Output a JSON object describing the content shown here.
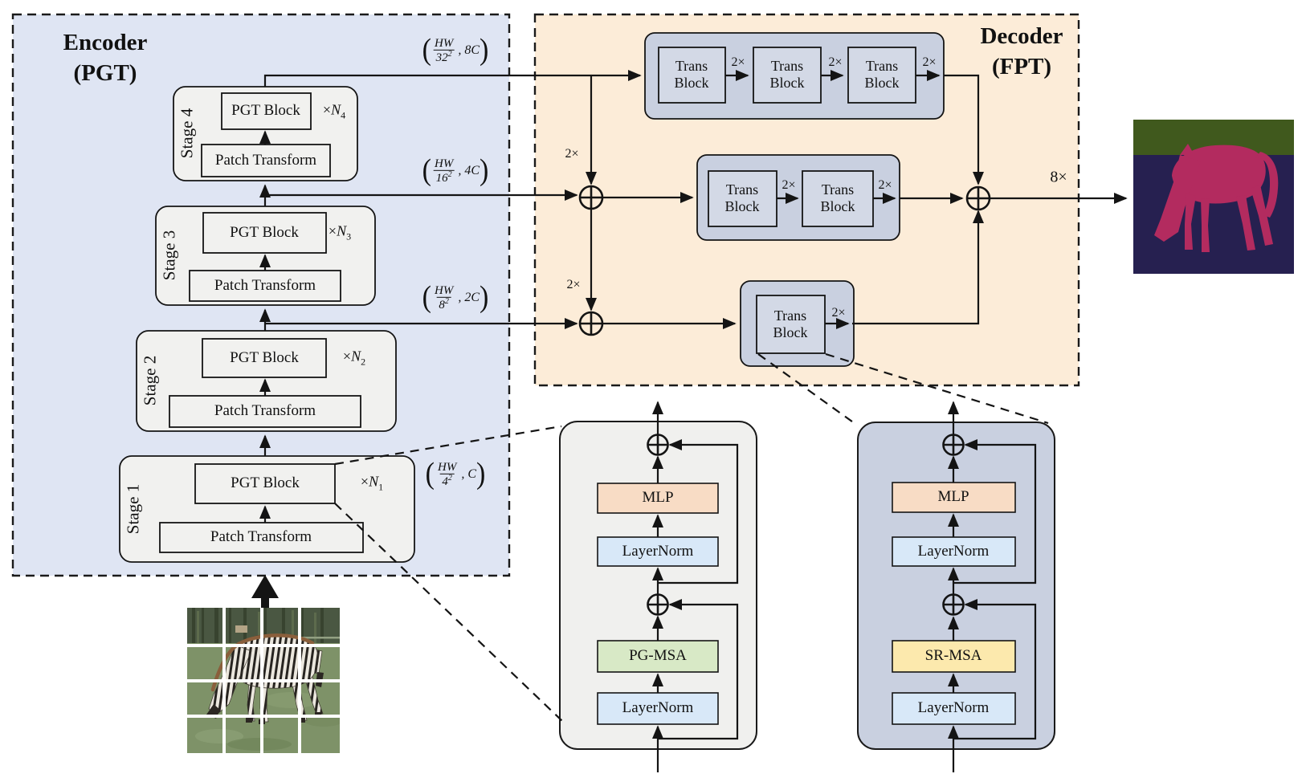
{
  "encoder": {
    "title_line1": "Encoder",
    "title_line2": "(PGT)",
    "stages": [
      {
        "label": "Stage 4",
        "block": "PGT Block",
        "times": "×",
        "var": "N",
        "sub": "4",
        "transform": "Patch Transform"
      },
      {
        "label": "Stage 3",
        "block": "PGT Block",
        "times": "×",
        "var": "N",
        "sub": "3",
        "transform": "Patch Transform"
      },
      {
        "label": "Stage 2",
        "block": "PGT Block",
        "times": "×",
        "var": "N",
        "sub": "2",
        "transform": "Patch Transform"
      },
      {
        "label": "Stage 1",
        "block": "PGT Block",
        "times": "×",
        "var": "N",
        "sub": "1",
        "transform": "Patch Transform"
      }
    ],
    "features": [
      {
        "open": "(",
        "num": "HW",
        "den": "32",
        "exp": "2",
        "ch": ", 8C",
        "close": ")"
      },
      {
        "open": "(",
        "num": "HW",
        "den": "16",
        "exp": "2",
        "ch": ", 4C",
        "close": ")"
      },
      {
        "open": "(",
        "num": "HW",
        "den": "8",
        "exp": "2",
        "ch": ", 2C",
        "close": ")"
      },
      {
        "open": "(",
        "num": "HW",
        "den": "4",
        "exp": "2",
        "ch": ", C",
        "close": ")"
      }
    ]
  },
  "decoder": {
    "title_line1": "Decoder",
    "title_line2": "(FPT)",
    "trans_line1": "Trans",
    "trans_line2": "Block",
    "upsample": "2×",
    "output_scale": "8×"
  },
  "pgt_block_detail": {
    "norm1": "LayerNorm",
    "attention": "PG-MSA",
    "norm2": "LayerNorm",
    "mlp": "MLP"
  },
  "trans_block_detail": {
    "norm1": "LayerNorm",
    "attention": "SR-MSA",
    "norm2": "LayerNorm",
    "mlp": "MLP"
  },
  "colors": {
    "encoder_bg": "#dfe5f3",
    "decoder_bg": "#fcecd8",
    "stage_bg": "#f1f1ef",
    "trans_group_bg": "#c9d0e0",
    "trans_block_bg": "#d3d9e6",
    "layernorm_bg": "#d8e8f8",
    "pg_msa_bg": "#d8e9c6",
    "sr_msa_bg": "#fce9ad",
    "mlp_bg": "#f8dcc5",
    "seg_background": "#262050",
    "seg_top_band": "#40591d",
    "seg_horse": "#b32b5f"
  }
}
